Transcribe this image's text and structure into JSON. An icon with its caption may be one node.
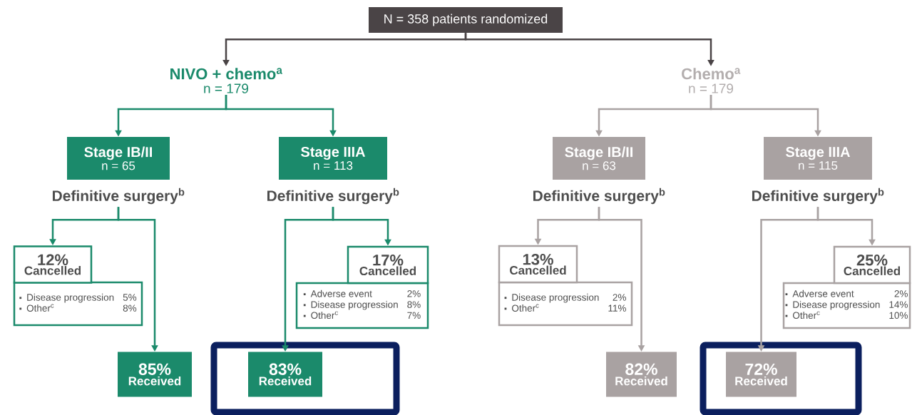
{
  "diagram": {
    "nodes": [
      {
        "text": [
          "N = 358 patients randomized"
        ]
      },
      {
        "text": [
          "NIVO + chemo$^{a}$",
          "n = 179"
        ]
      },
      {
        "text": [
          "Chemo$^{a}$",
          "n = 179"
        ]
      },
      {
        "text": [
          "Stage IB/II",
          "n = 65"
        ],
        "beside": [
          "Definitive surgery$^{b}$"
        ]
      },
      {
        "text": [
          "Stage IIIA",
          "n = 113"
        ],
        "beside": [
          "Definitive surgery$^{b}$"
        ]
      },
      {
        "text": [
          "Stage IB/II",
          "n = 63"
        ],
        "beside": [
          "Definitive surgery$^{b}$"
        ]
      },
      {
        "text": [
          "Stage IIIA",
          "n = 115"
        ],
        "beside": [
          "Definitive surgery$^{b}$"
        ]
      },
      {
        "text": [
          "12%",
          "Cancelled"
        ]
      },
      {
        "text": [
          "Disease progression",
          "5%",
          "Other$^{c}$",
          "8%"
        ]
      },
      {
        "text": [
          "17%",
          "Cancelled"
        ]
      },
      {
        "text": [
          "Adverse event",
          "2%",
          "Disease progression",
          "8%",
          "Other$^{c}$",
          "7%"
        ]
      },
      {
        "text": [
          "85%",
          "Received"
        ]
      },
      {
        "text": [
          "83%",
          "Received"
        ]
      },
      {
        "text": [
          "13%",
          "Cancelled"
        ]
      },
      {
        "text": [
          "Disease progression",
          "2%",
          "Other$^{c}$",
          "11%"
        ]
      },
      {
        "text": [
          "25%",
          "Cancelled"
        ]
      },
      {
        "text": [
          "Adverse event",
          "2%",
          "Disease progression",
          "14%",
          "Other$^{c}$",
          "10%"
        ]
      },
      {
        "text": [
          "82%",
          "Received"
        ]
      },
      {
        "text": [
          "72%",
          "Received"
        ]
      }
    ],
    "edges": [
      {
        "from": 0,
        "to": 1,
        "arrow": "to",
        "color": "#4a4446"
      },
      {
        "from": 0,
        "to": 2,
        "arrow": "to",
        "color": "#4a4446"
      },
      {
        "from": 1,
        "to": 3,
        "arrow": "to",
        "color": "#1b8a6b"
      },
      {
        "from": 1,
        "to": 4,
        "arrow": "to",
        "color": "#1b8a6b"
      },
      {
        "from": 2,
        "to": 5,
        "arrow": "to",
        "color": "#a9a2a2"
      },
      {
        "from": 2,
        "to": 6,
        "arrow": "to",
        "color": "#a9a2a2"
      },
      {
        "from": 3,
        "to": 7,
        "arrow": "to",
        "color": "#1b8a6b"
      },
      {
        "from": 3,
        "to": 11,
        "arrow": "to",
        "color": "#1b8a6b"
      },
      {
        "from": 4,
        "to": 12,
        "arrow": "to",
        "color": "#1b8a6b"
      },
      {
        "from": 4,
        "to": 9,
        "arrow": "to",
        "color": "#1b8a6b"
      },
      {
        "from": 5,
        "to": 13,
        "arrow": "to",
        "color": "#a9a2a2"
      },
      {
        "from": 5,
        "to": 17,
        "arrow": "to",
        "color": "#a9a2a2"
      },
      {
        "from": 6,
        "to": 18,
        "arrow": "to",
        "color": "#a9a2a2"
      },
      {
        "from": 6,
        "to": 15,
        "arrow": "to",
        "color": "#a9a2a2"
      }
    ]
  }
}
